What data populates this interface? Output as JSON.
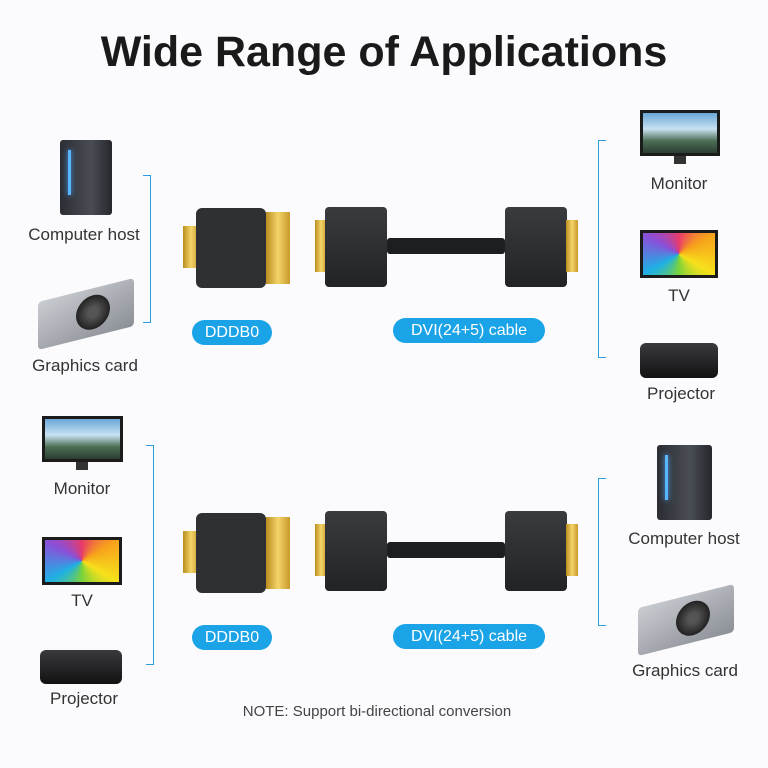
{
  "title": "Wide Range of Applications",
  "section1": {
    "left": [
      "Computer host",
      "Graphics card"
    ],
    "adapter_label": "DDDB0",
    "cable_label": "DVI(24+5) cable",
    "right": [
      "Monitor",
      "TV",
      "Projector"
    ]
  },
  "section2": {
    "left": [
      "Monitor",
      "TV",
      "Projector"
    ],
    "adapter_label": "DDDB0",
    "cable_label": "DVI(24+5) cable",
    "right": [
      "Computer host",
      "Graphics card"
    ]
  },
  "note": "NOTE: Support bi-directional conversion",
  "colors": {
    "accent": "#1aa3e6",
    "title": "#1a1a1a"
  }
}
